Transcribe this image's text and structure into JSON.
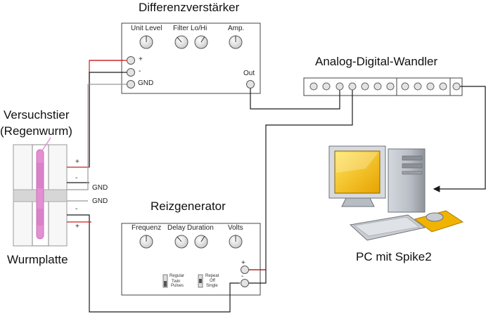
{
  "amplifier": {
    "title": "Differenzverstärker",
    "knobs": [
      "Unit Level",
      "Filter Lo/Hi",
      "Amp."
    ],
    "inputs": [
      "+",
      "-",
      "GND"
    ],
    "output_label": "Out"
  },
  "adc": {
    "title": "Analog-Digital-Wandler"
  },
  "subject": {
    "title_line1": "Versuchstier",
    "title_line2": "(Regenwurm)",
    "plate_label": "Wurmplatte",
    "upper_signs": [
      "+",
      "-"
    ],
    "lower_signs": [
      "-",
      "+"
    ],
    "gnd_upper": "GND",
    "gnd_lower": "GND"
  },
  "stimulator": {
    "title": "Reizgenerator",
    "knobs": [
      "Frequenz",
      "Delay",
      "Duration",
      "Volts"
    ],
    "switch1_top": "Regular",
    "switch1_bottom_1": "Twin",
    "switch1_bottom_2": "Pulses",
    "switch2_top": "Repeat",
    "switch2_mid": "Off",
    "switch2_bottom": "Single",
    "outputs": [
      "+",
      "-"
    ]
  },
  "pc": {
    "label": "PC mit Spike2"
  },
  "colors": {
    "wire": "#1a1a1a",
    "red_wire": "#cc1f1f",
    "gnd_wire": "#999999",
    "worm": "#e48fd2",
    "monitor_screen": "#f7c400"
  }
}
